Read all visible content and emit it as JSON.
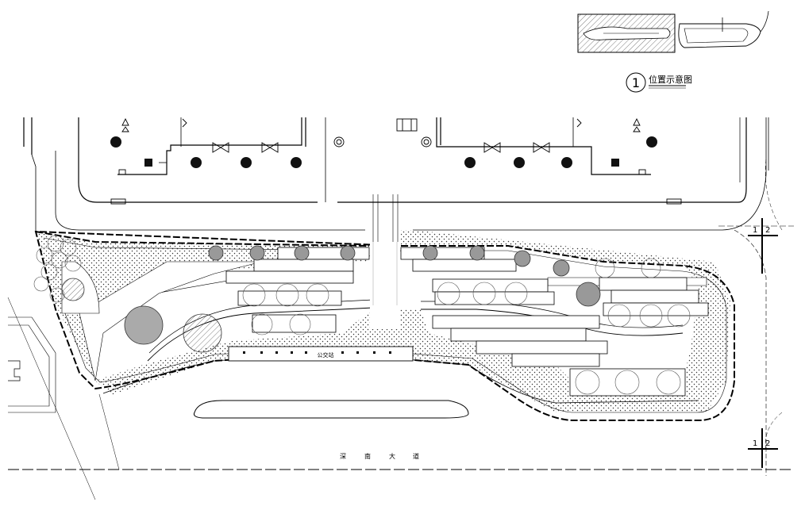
{
  "drawing": {
    "location_marker_number": "1",
    "location_title": "位置示意图",
    "section_mark_top_left": "1",
    "section_mark_top_right": "2",
    "section_mark_bottom_left": "1",
    "section_mark_bottom_right": "2",
    "bus_stop_label": "公交站",
    "road_name_chars": [
      "深",
      "南",
      "大",
      "道"
    ]
  }
}
